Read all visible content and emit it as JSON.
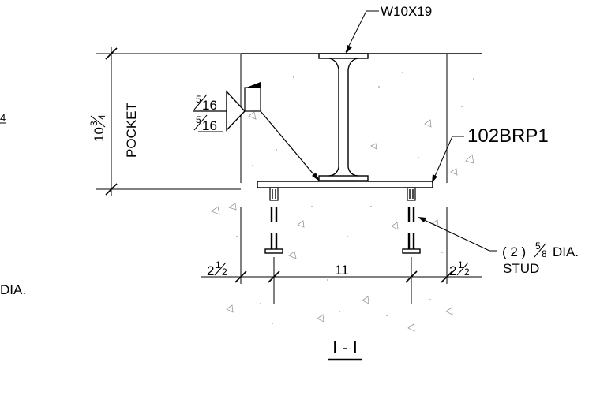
{
  "drawing": {
    "member_label": "W10X19",
    "plate_label": "102BRP1",
    "pocket_dim": {
      "whole": "10",
      "num": "3",
      "den": "4",
      "text": "POCKET"
    },
    "weld": {
      "top": {
        "num": "5",
        "den": "16"
      },
      "bottom": {
        "num": "5",
        "den": "16"
      }
    },
    "stud_callout": {
      "qty": "( 2 )",
      "num": "5",
      "den": "8",
      "suffix": "DIA.",
      "line2": "STUD"
    },
    "dims": {
      "left": {
        "whole": "2",
        "num": "1",
        "den": "2"
      },
      "middle": "11",
      "right": {
        "whole": "2",
        "num": "1",
        "den": "2"
      }
    },
    "section_title": "I - I",
    "cut_off_left": {
      "fraction_den": "4",
      "dia_text": "DIA."
    }
  }
}
